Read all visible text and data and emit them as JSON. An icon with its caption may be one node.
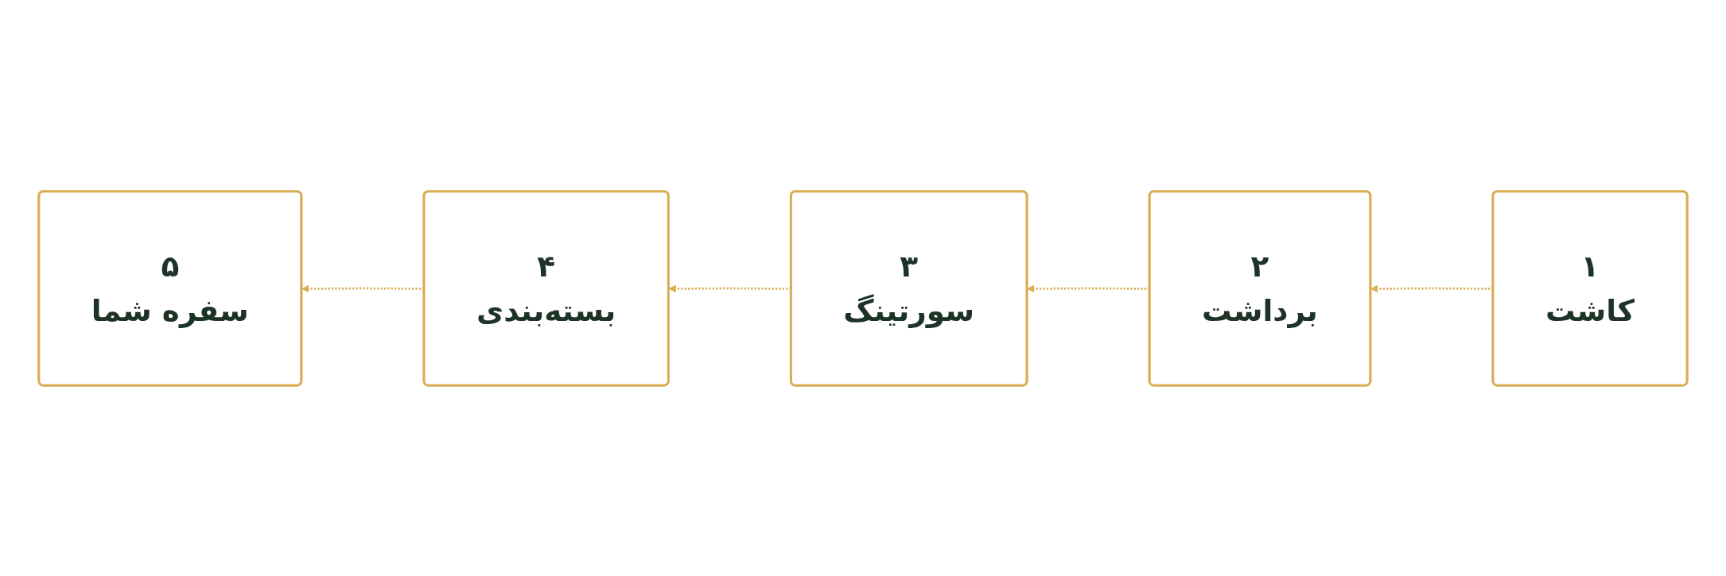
{
  "diagram": {
    "nodes": [
      {
        "text": [
          "۱",
          "کاشت"
        ]
      },
      {
        "text": [
          "۲",
          "برداشت"
        ]
      },
      {
        "text": [
          "۳",
          "سورتینگ"
        ]
      },
      {
        "text": [
          "۴",
          "بسته‌بندی"
        ]
      },
      {
        "text": [
          "۵",
          "سفره شما"
        ]
      }
    ],
    "edges": [
      {
        "from": 0,
        "to": 1,
        "arrow": "to",
        "style": "dashed"
      },
      {
        "from": 1,
        "to": 2,
        "arrow": "to",
        "style": "dashed"
      },
      {
        "from": 2,
        "to": 3,
        "arrow": "to",
        "style": "dashed"
      },
      {
        "from": 3,
        "to": 4,
        "arrow": "to",
        "style": "dashed"
      }
    ]
  }
}
